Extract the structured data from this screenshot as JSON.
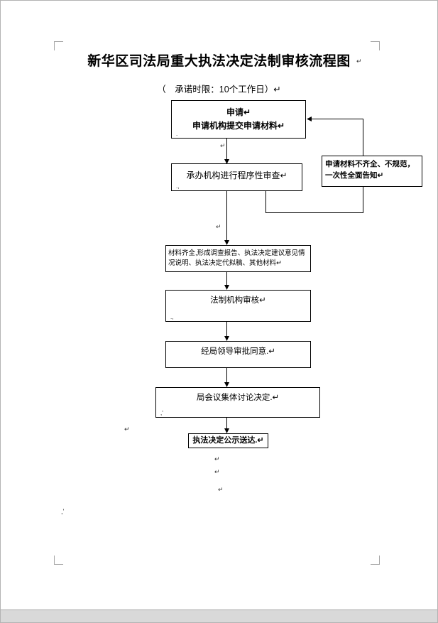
{
  "page": {
    "title": "新华区司法局重大执法决定法制审核流程图",
    "subtitle": "（　承诺时限：10个工作日）↵"
  },
  "glyphs": {
    "pilcrow": "↵",
    "bottom_left_mark": ",'"
  },
  "flowchart": {
    "apply": {
      "line1": "申请↵",
      "line2": "申请机构提交申请材料↵",
      "mark": "."
    },
    "review": {
      "text": "承办机构进行程序性审查↵",
      "mark": ".,"
    },
    "notice": {
      "line1": "申请材料不齐全、不规范，",
      "line2": "一次性全面告知↵"
    },
    "materials": {
      "line1": "材料齐全,形成调查报告、执法决定建议意见情",
      "line2": "况说明、执法决定代拟稿、其他材料↵"
    },
    "legal_review": {
      "text": "法制机构审核↵",
      "mark": ".,"
    },
    "leader_approval": {
      "text": "经局领导审批同意.↵"
    },
    "meeting": {
      "text": "局会议集体讨论决定.↵",
      "mark": ",'"
    },
    "delivery": {
      "text": "执法决定公示送达.↵"
    }
  }
}
